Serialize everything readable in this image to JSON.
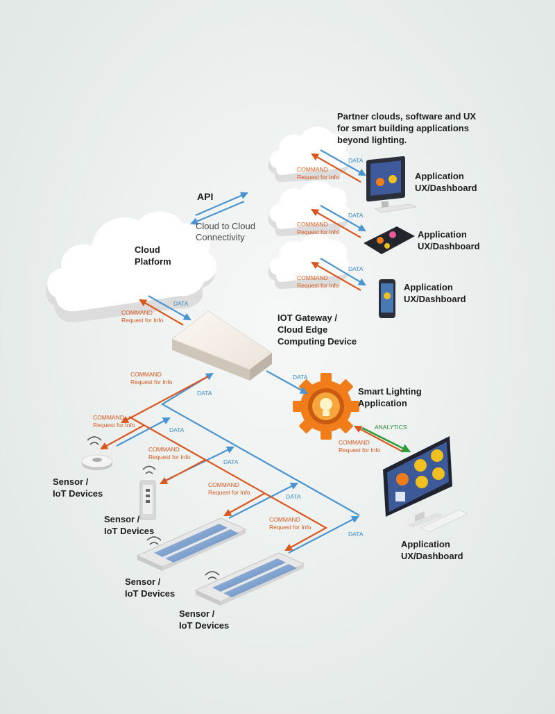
{
  "partner_heading": [
    "Partner clouds, software and UX",
    "for smart building applications",
    "beyond lighting."
  ],
  "api": {
    "label": "API",
    "caption": [
      "Cloud to Cloud",
      "Connectivity"
    ]
  },
  "cloud_platform": [
    "Cloud",
    "Platform"
  ],
  "gateway": [
    "IOT Gateway /",
    "Cloud Edge",
    "Computing Device"
  ],
  "smart_lighting": [
    "Smart Lighting",
    "Application"
  ],
  "app_dashboard": [
    "Application",
    "UX/Dashboard"
  ],
  "sensor": [
    "Sensor /",
    "IoT Devices"
  ],
  "arrow_labels": {
    "data": "DATA",
    "command": "COMMAND",
    "request": "Request for Info",
    "analytics": "ANALYTICS"
  },
  "colors": {
    "data_arrow": "#4a94cf",
    "command_arrow": "#d9571e",
    "analytics_arrow": "#2f9a3e",
    "gear": "#f07d1a"
  },
  "icons": [
    "cloud-icon",
    "monitor-icon",
    "tablet-icon",
    "phone-icon",
    "gateway-box-icon",
    "gear-bulb-icon",
    "ceiling-sensor-icon",
    "wall-switch-icon",
    "light-panel-icon"
  ]
}
